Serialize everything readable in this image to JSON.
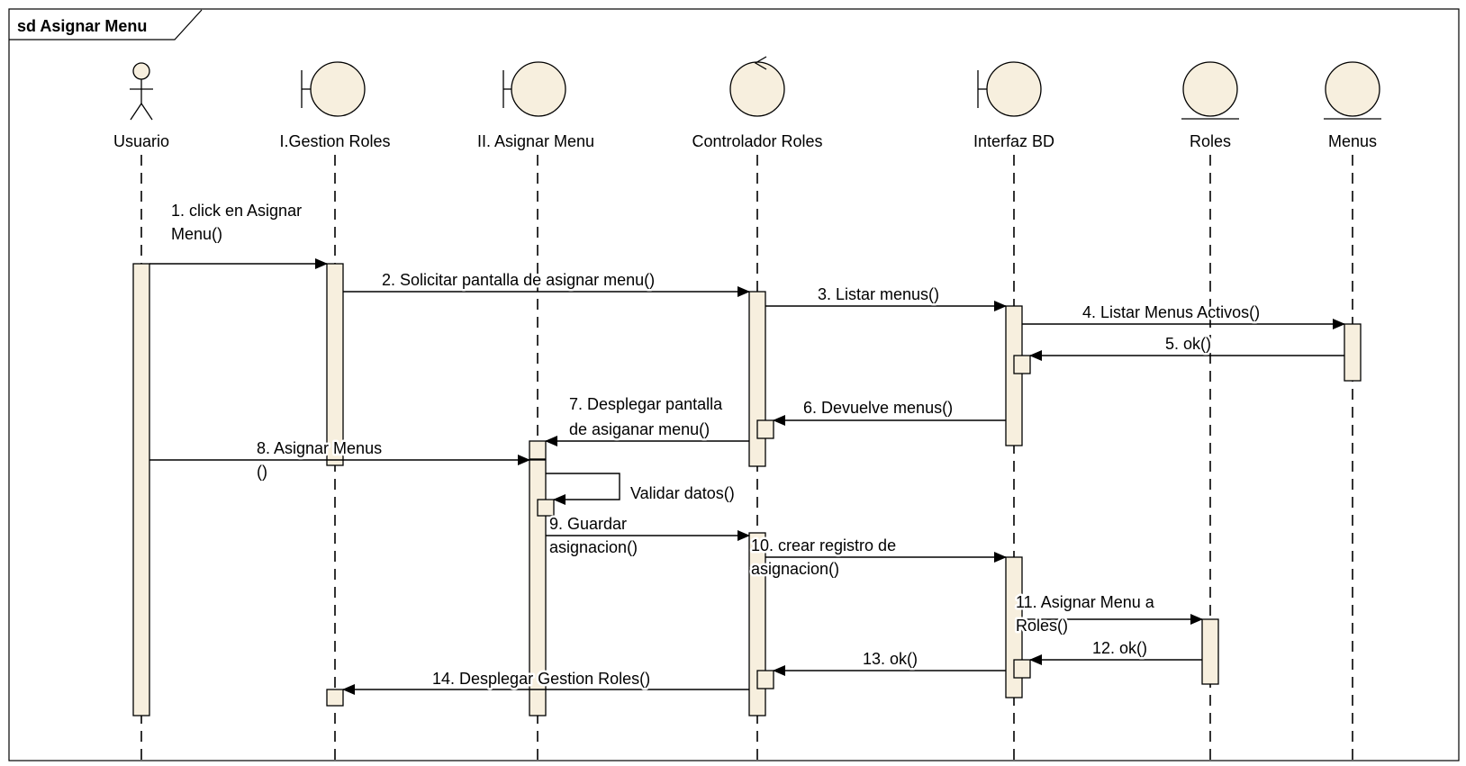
{
  "diagram": {
    "frame_title": "sd Asignar Menu",
    "colors": {
      "fill": "#f7efde",
      "stroke": "#000000",
      "background": "#ffffff"
    },
    "lifelines": [
      {
        "id": "usuario",
        "name": "Usuario",
        "kind": "actor"
      },
      {
        "id": "gestion",
        "name": "I.Gestion Roles",
        "kind": "boundary"
      },
      {
        "id": "asignar",
        "name": "II. Asignar Menu",
        "kind": "boundary"
      },
      {
        "id": "controlador",
        "name": "Controlador Roles",
        "kind": "control"
      },
      {
        "id": "interfazbd",
        "name": "Interfaz BD",
        "kind": "boundary"
      },
      {
        "id": "roles",
        "name": "Roles",
        "kind": "entity"
      },
      {
        "id": "menus",
        "name": "Menus",
        "kind": "entity"
      }
    ],
    "messages": [
      {
        "id": "m1",
        "lines": [
          "1. click en Asignar",
          "Menu()"
        ],
        "from": "usuario",
        "to": "gestion"
      },
      {
        "id": "m2",
        "lines": [
          "2. Solicitar pantalla de asignar menu()"
        ],
        "from": "gestion",
        "to": "controlador"
      },
      {
        "id": "m3",
        "lines": [
          "3. Listar menus()"
        ],
        "from": "controlador",
        "to": "interfazbd"
      },
      {
        "id": "m4",
        "lines": [
          "4. Listar Menus Activos()"
        ],
        "from": "interfazbd",
        "to": "menus"
      },
      {
        "id": "m5",
        "lines": [
          "5. ok()"
        ],
        "from": "menus",
        "to": "interfazbd"
      },
      {
        "id": "m6",
        "lines": [
          "6. Devuelve menus()"
        ],
        "from": "interfazbd",
        "to": "controlador"
      },
      {
        "id": "m7",
        "lines": [
          "7. Desplegar pantalla",
          "de asiganar menu()"
        ],
        "from": "controlador",
        "to": "asignar"
      },
      {
        "id": "m8",
        "lines": [
          "8. Asignar Menus",
          "()"
        ],
        "from": "usuario",
        "to": "asignar"
      },
      {
        "id": "self",
        "lines": [
          "Validar datos()"
        ],
        "from": "asignar",
        "to": "asignar"
      },
      {
        "id": "m9",
        "lines": [
          "9. Guardar",
          "asignacion()"
        ],
        "from": "asignar",
        "to": "controlador"
      },
      {
        "id": "m10",
        "lines": [
          "10. crear registro de",
          "asignacion()"
        ],
        "from": "controlador",
        "to": "interfazbd"
      },
      {
        "id": "m11",
        "lines": [
          "11. Asignar Menu a",
          "Roles()"
        ],
        "from": "interfazbd",
        "to": "roles"
      },
      {
        "id": "m12",
        "lines": [
          "12. ok()"
        ],
        "from": "roles",
        "to": "interfazbd"
      },
      {
        "id": "m13",
        "lines": [
          "13. ok()"
        ],
        "from": "interfazbd",
        "to": "controlador"
      },
      {
        "id": "m14",
        "lines": [
          "14. Desplegar Gestion Roles()"
        ],
        "from": "controlador",
        "to": "gestion"
      }
    ]
  }
}
